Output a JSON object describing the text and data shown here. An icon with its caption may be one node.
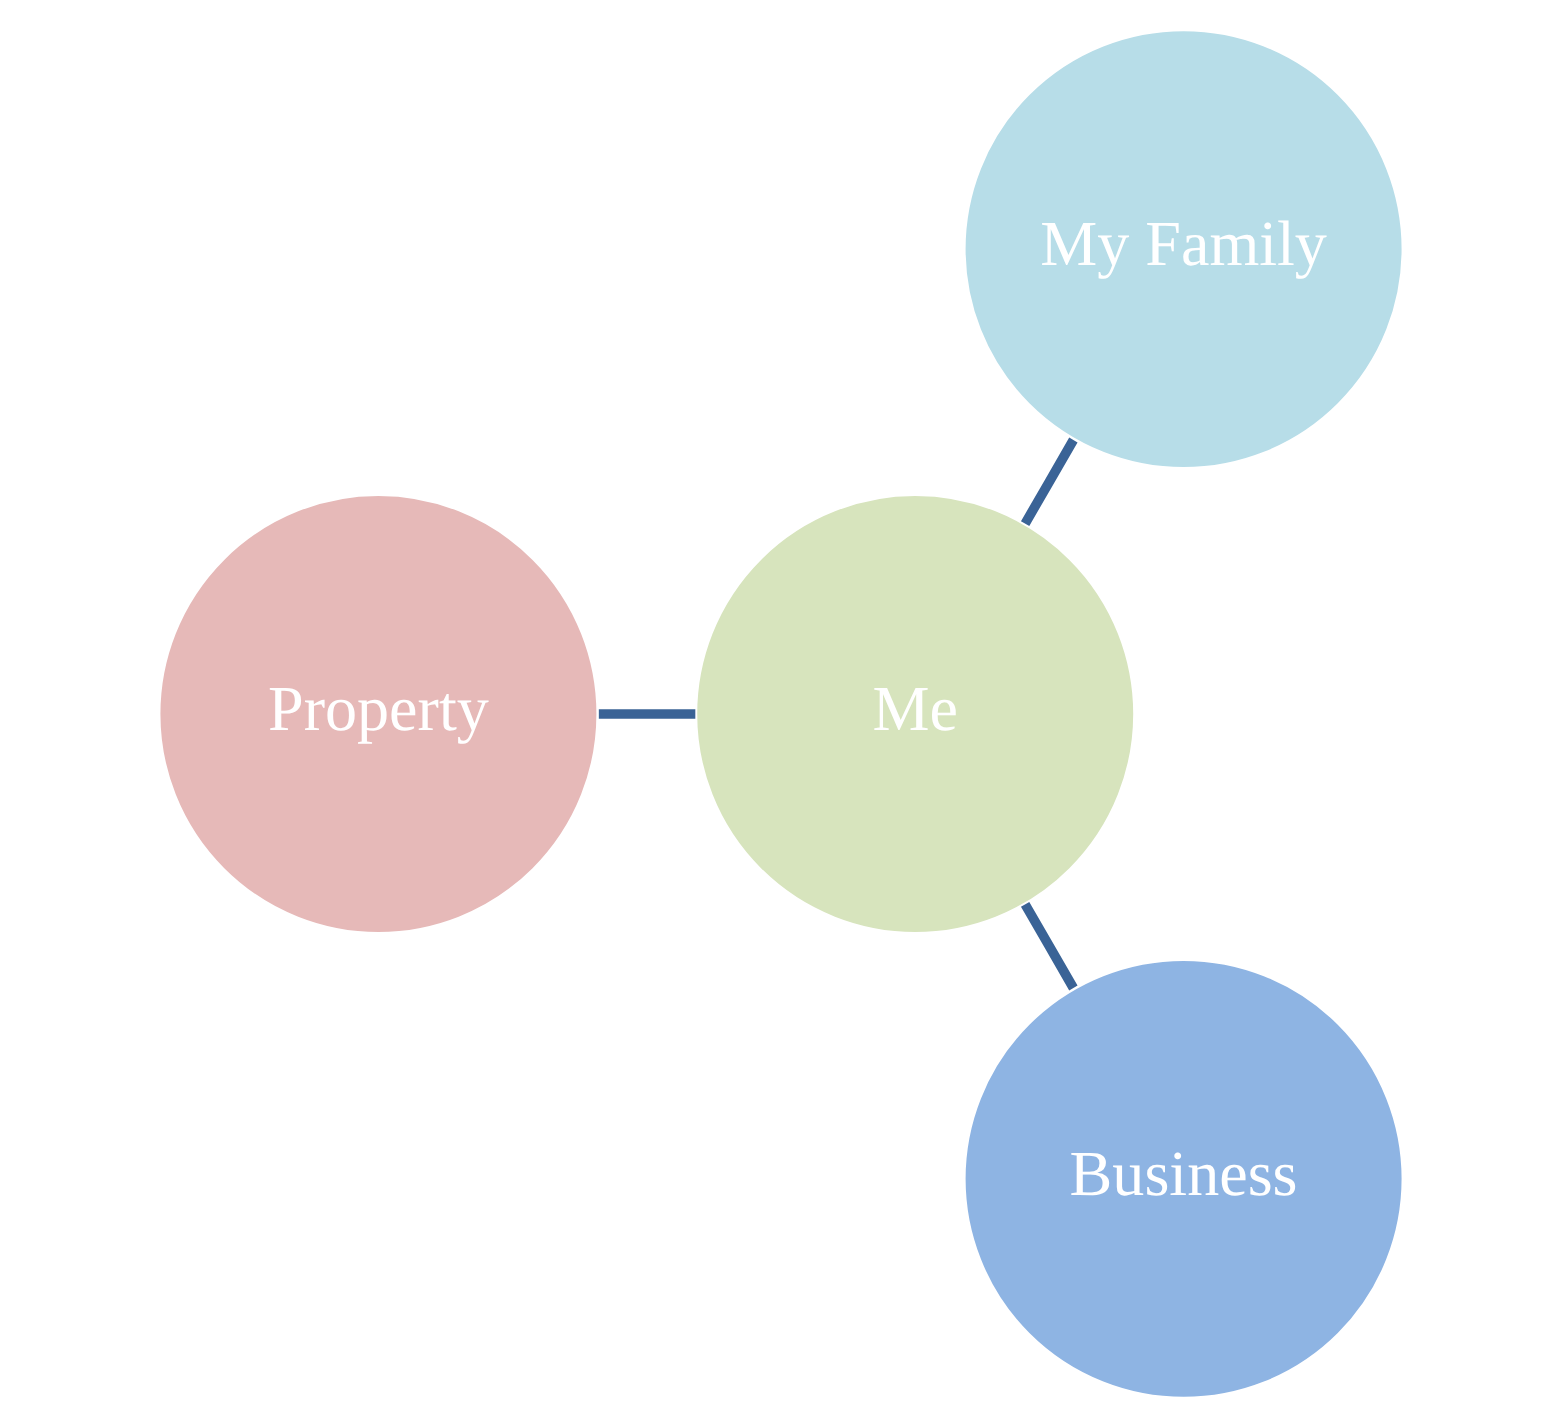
{
  "diagram": {
    "nodes": [
      {
        "text": [
          "My Family"
        ]
      },
      {
        "text": [
          "Me"
        ]
      },
      {
        "text": [
          "Property"
        ]
      },
      {
        "text": [
          "Business"
        ]
      }
    ],
    "edges": [
      {
        "from": 1,
        "to": 0,
        "arrow": "none"
      },
      {
        "from": 1,
        "to": 2,
        "arrow": "none"
      },
      {
        "from": 1,
        "to": 3,
        "arrow": "none"
      }
    ]
  }
}
